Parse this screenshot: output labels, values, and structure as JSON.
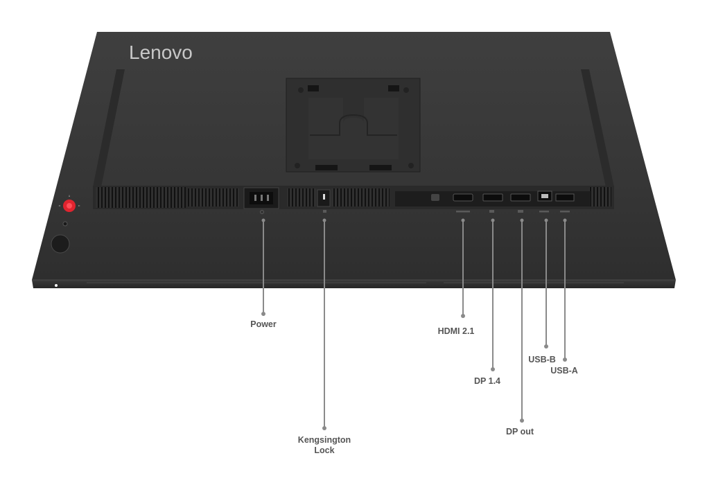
{
  "brand": {
    "logo": "Lenovo"
  },
  "colors": {
    "monitor_back": "#3a3a3a",
    "monitor_edge": "#2a2a2a",
    "leader_line": "#8a8a8a",
    "label_text": "#555555",
    "joystick": "#e0242f"
  },
  "icons": [
    "power-icon",
    "lock-icon",
    "joystick-button",
    "power-button"
  ],
  "ports": [
    {
      "id": "power",
      "label": "Power"
    },
    {
      "id": "kensington",
      "label": "Kengsington\nLock"
    },
    {
      "id": "hdmi",
      "label": "HDMI 2.1"
    },
    {
      "id": "dp_in",
      "label": "DP 1.4"
    },
    {
      "id": "dp_out",
      "label": "DP out"
    },
    {
      "id": "usb_b",
      "label": "USB-B"
    },
    {
      "id": "usb_a",
      "label": "USB-A"
    }
  ]
}
